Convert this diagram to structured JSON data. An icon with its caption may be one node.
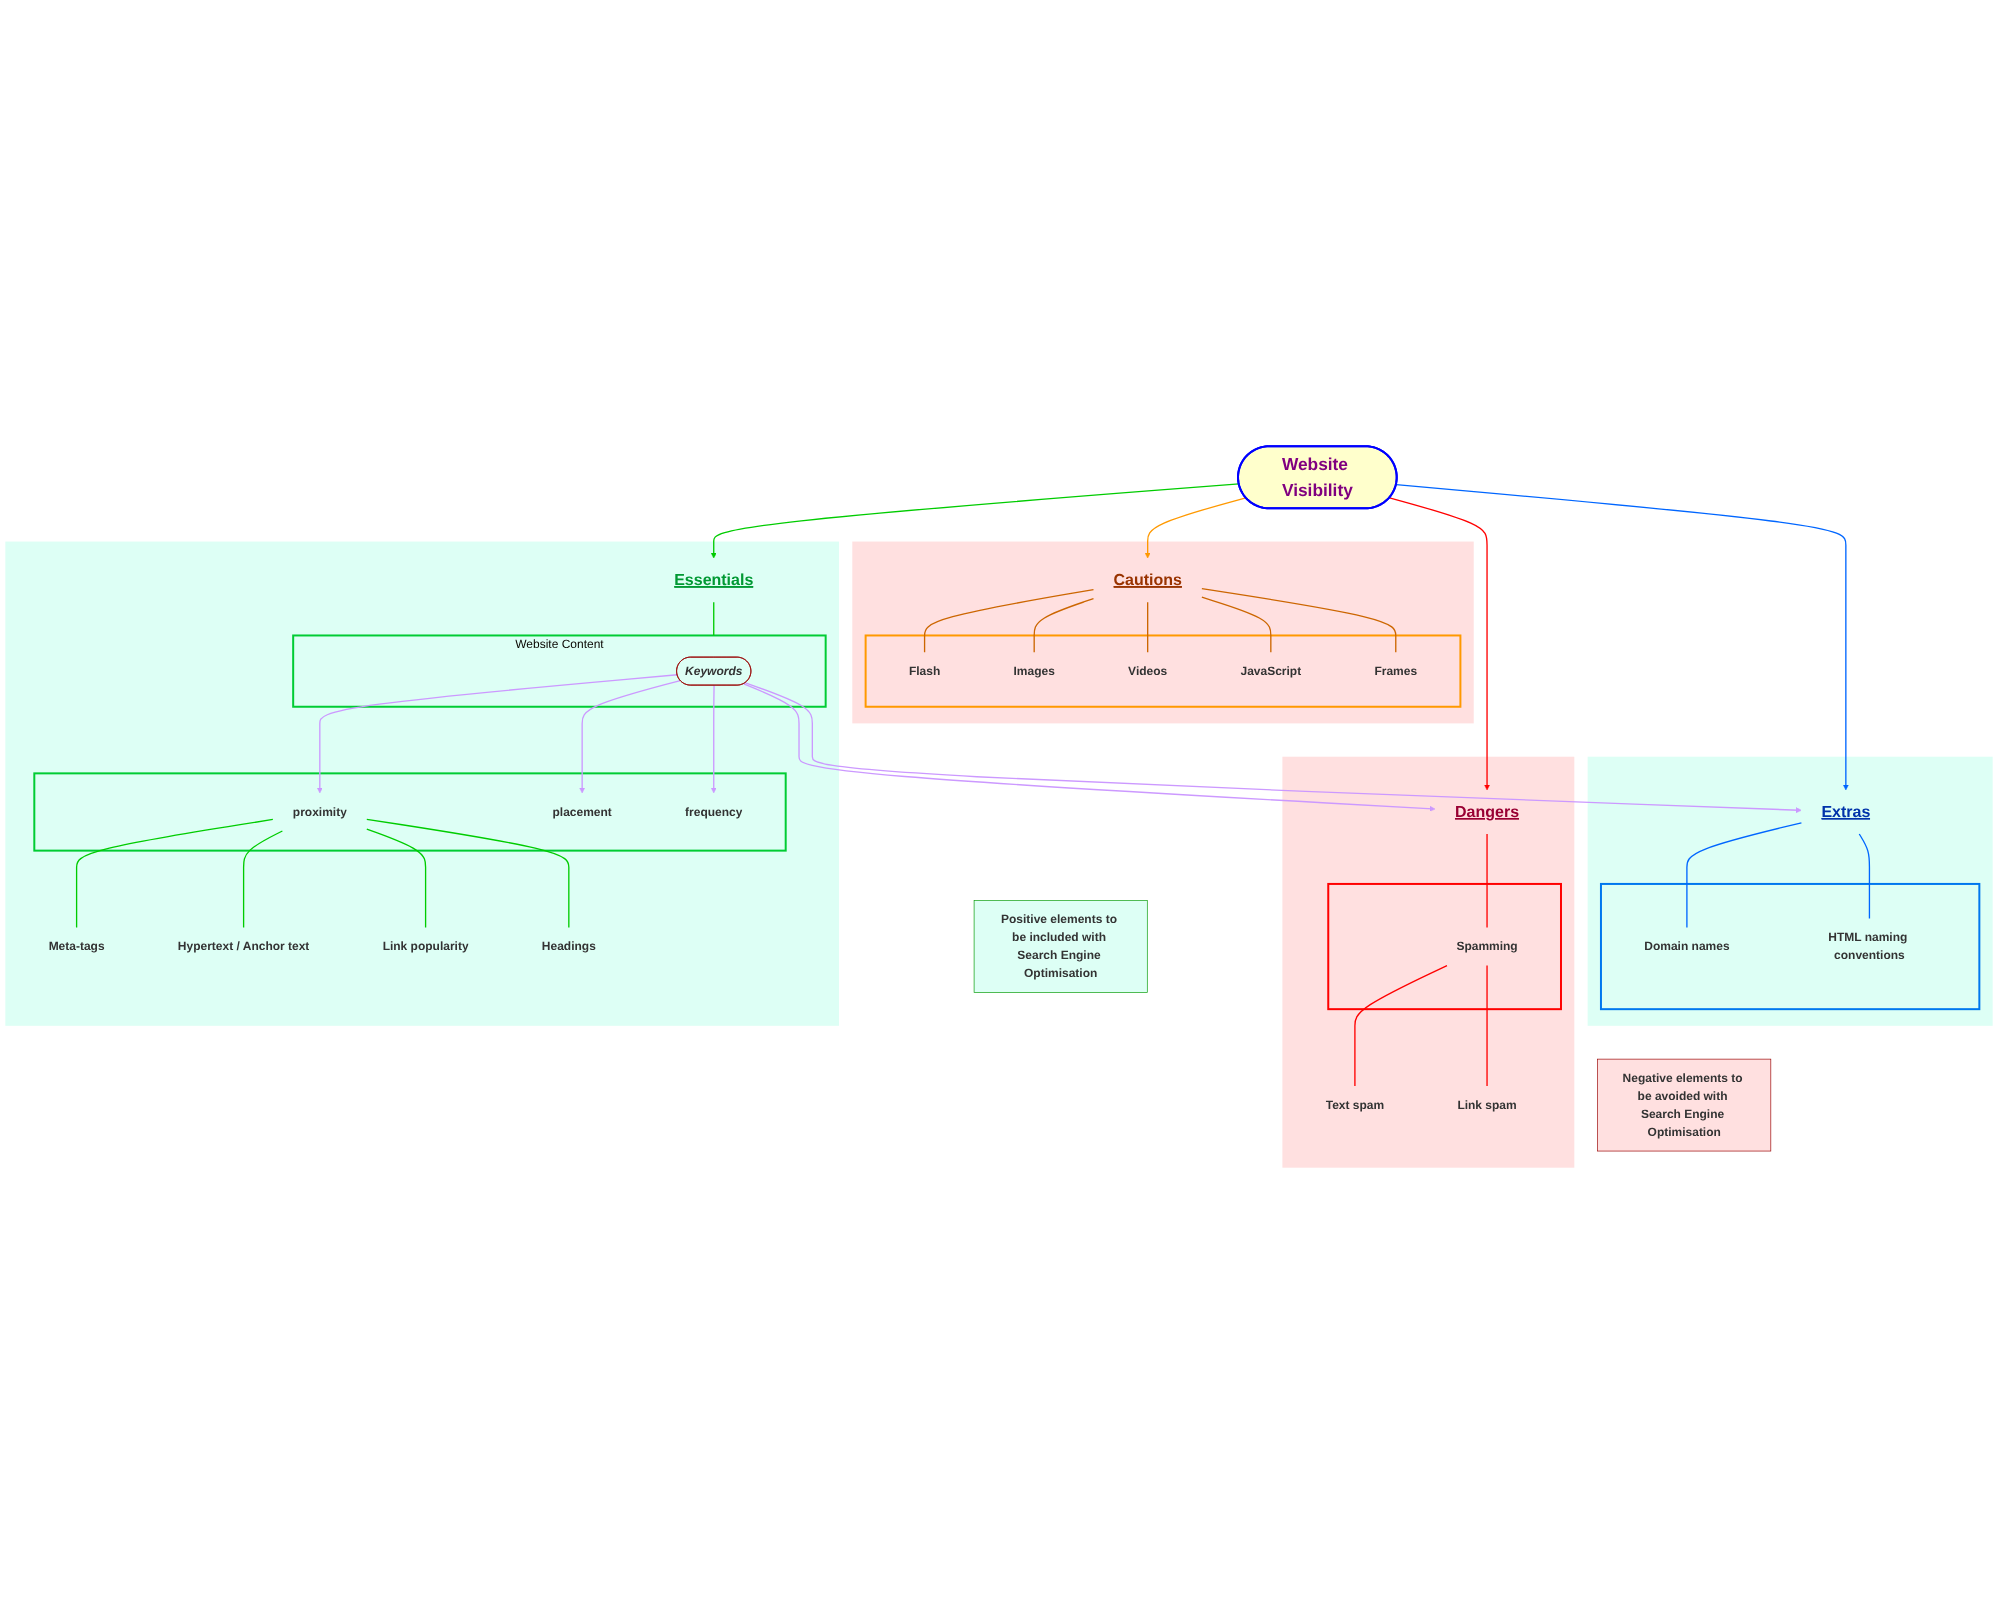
{
  "diagram": {
    "nodes": [
      {
        "text": [
          "Website Visibility"
        ]
      },
      {
        "text": [],
        "shape": "box"
      },
      {
        "text": [
          "Cautions"
        ],
        "in": 1
      },
      {
        "text": [],
        "shape": "box",
        "in": 1
      },
      {
        "text": [
          "Flash"
        ],
        "in": 3
      },
      {
        "text": [
          "Images"
        ],
        "in": 3
      },
      {
        "text": [
          "Videos"
        ],
        "in": 3
      },
      {
        "text": [
          "JavaScript"
        ],
        "in": 3
      },
      {
        "text": [
          "Frames"
        ],
        "in": 3
      },
      {
        "text": [],
        "shape": "box"
      },
      {
        "text": [
          "Extras"
        ],
        "in": 9
      },
      {
        "text": [],
        "shape": "box",
        "in": 9
      },
      {
        "text": [
          "Domain names"
        ],
        "in": 11
      },
      {
        "text": [
          "HTML naming conventions"
        ],
        "in": 11
      },
      {
        "text": [],
        "shape": "box"
      },
      {
        "text": [
          "Dangers"
        ],
        "in": 14
      },
      {
        "text": [],
        "shape": "box",
        "in": 14
      },
      {
        "text": [
          "Spamming"
        ],
        "in": 16
      },
      {
        "text": [
          "Text spam"
        ],
        "in": 14
      },
      {
        "text": [
          "Link spam"
        ],
        "in": 14
      },
      {
        "text": [],
        "shape": "box"
      },
      {
        "text": [
          "Essentials"
        ],
        "in": 20
      },
      {
        "text": [
          "Website Content"
        ],
        "in": 20
      },
      {
        "text": [
          "Keywords"
        ],
        "in": 22
      },
      {
        "text": [],
        "shape": "box",
        "in": 20
      },
      {
        "text": [
          "placement"
        ],
        "in": 24
      },
      {
        "text": [
          "proximity"
        ],
        "in": 24
      },
      {
        "text": [
          "frequency"
        ],
        "in": 24
      },
      {
        "text": [
          "Meta-tags"
        ],
        "in": 20
      },
      {
        "text": [
          "Hypertext / Anchor text"
        ],
        "in": 20
      },
      {
        "text": [
          "Link popularity"
        ],
        "in": 20
      },
      {
        "text": [
          "Headings"
        ],
        "in": 20
      },
      {
        "text": [
          "Negative elements to be avoided with Search Engine Optimisation"
        ]
      },
      {
        "text": [
          "Positive elements to be included with Search Engine Optimisation"
        ]
      }
    ],
    "edges": [
      {
        "from": 0,
        "to": 2,
        "arrow": "to",
        "color": "#ff9900"
      },
      {
        "from": 0,
        "to": 15,
        "arrow": "to",
        "color": "#ff0000"
      },
      {
        "from": 0,
        "to": 10,
        "arrow": "to",
        "color": "#0066ff"
      },
      {
        "from": 0,
        "to": 21,
        "arrow": "to",
        "color": "#00cc00"
      },
      {
        "from": 2,
        "to": 4,
        "arrow": "none",
        "color": "#cc6600"
      },
      {
        "from": 2,
        "to": 5,
        "arrow": "none",
        "color": "#cc6600"
      },
      {
        "from": 2,
        "to": 6,
        "arrow": "none",
        "color": "#cc6600"
      },
      {
        "from": 2,
        "to": 7,
        "arrow": "none",
        "color": "#cc6600"
      },
      {
        "from": 2,
        "to": 8,
        "arrow": "none",
        "color": "#cc6600"
      },
      {
        "from": 10,
        "to": 12,
        "arrow": "none",
        "color": "#0066ff"
      },
      {
        "from": 10,
        "to": 13,
        "arrow": "none",
        "color": "#0066ff"
      },
      {
        "from": 15,
        "to": 17,
        "arrow": "none",
        "color": "#ff0000"
      },
      {
        "from": 17,
        "to": 18,
        "arrow": "none",
        "color": "#ff0000"
      },
      {
        "from": 17,
        "to": 19,
        "arrow": "none",
        "color": "#ff0000"
      },
      {
        "from": 21,
        "to": 22,
        "arrow": "none",
        "color": "#00cc00"
      },
      {
        "from": 23,
        "to": 25,
        "arrow": "to",
        "color": "#cc99ff"
      },
      {
        "from": 23,
        "to": 26,
        "arrow": "to",
        "color": "#cc99ff"
      },
      {
        "from": 23,
        "to": 27,
        "arrow": "to",
        "color": "#cc99ff"
      },
      {
        "from": 23,
        "to": 10,
        "arrow": "to",
        "color": "#cc99ff"
      },
      {
        "from": 23,
        "to": 15,
        "arrow": "to",
        "color": "#cc99ff"
      },
      {
        "from": 26,
        "to": 28,
        "arrow": "none",
        "color": "#00cc00"
      },
      {
        "from": 26,
        "to": 29,
        "arrow": "none",
        "color": "#00cc00"
      },
      {
        "from": 26,
        "to": 30,
        "arrow": "none",
        "color": "#00cc00"
      },
      {
        "from": 26,
        "to": 31,
        "arrow": "none",
        "color": "#00cc00"
      }
    ]
  }
}
